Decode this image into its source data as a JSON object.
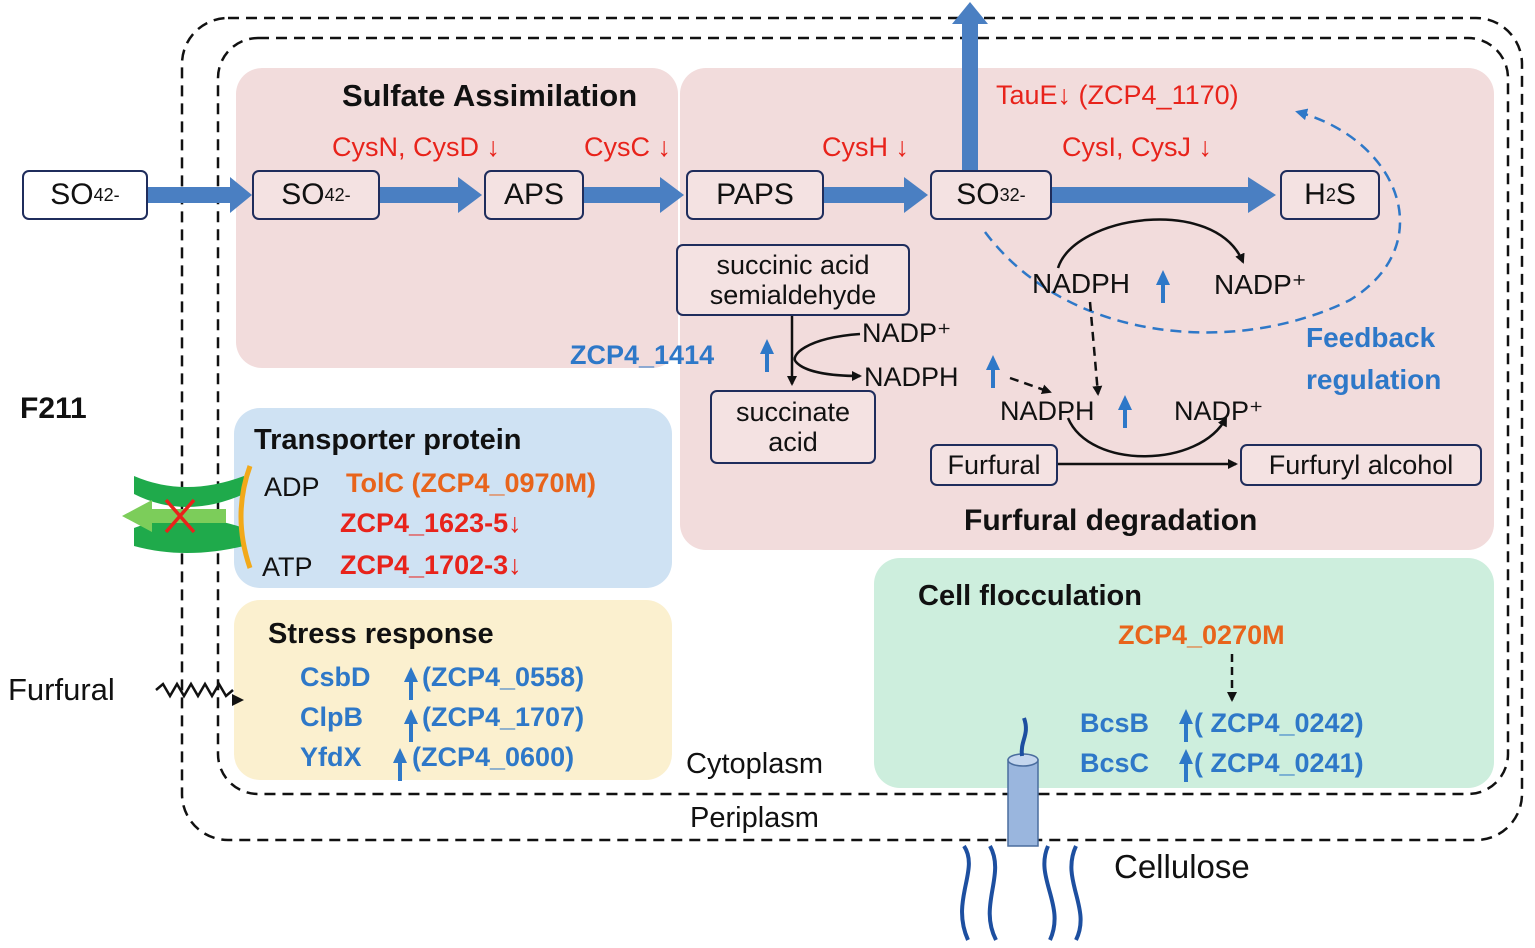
{
  "colors": {
    "sulfate_panel": "#f2dcdc",
    "transporter_panel": "#cfe2f3",
    "stress_panel": "#fbf0cf",
    "flocculation_panel": "#cdeedd",
    "flux_arrow": "#4a7fc2",
    "down_regulated": "#e8231b",
    "up_regulated": "#2e78c8",
    "mutation": "#e8641b"
  },
  "strain": "F211",
  "compartments": {
    "cytoplasm": "Cytoplasm",
    "periplasm": "Periplasm",
    "cellulose": "Cellulose"
  },
  "stimulus": "Furfural",
  "sulfate": {
    "title": "Sulfate Assimilation",
    "nodes": {
      "so4_out_main": "SO",
      "so4_out_sub": "4",
      "so4_out_sup": "2-",
      "so4_in_main": "SO",
      "so4_in_sub": "4",
      "so4_in_sup": "2-",
      "aps": "APS",
      "paps": "PAPS",
      "so3_main": "SO",
      "so3_sub": "3",
      "so3_sup": "2-",
      "h2s_main": "H",
      "h2s_sub": "2",
      "h2s_rest": "S"
    },
    "enzymes": {
      "cysn_cysd": "CysN, CysD ↓",
      "cysc": "CysC ↓",
      "cysh": "CysH ↓",
      "cysi_cysj": "CysI, CysJ ↓",
      "taue": "TauE↓ (ZCP4_1170)"
    },
    "nadph_1": "NADPH",
    "nadp_1": "NADP⁺",
    "feedback_1": "Feedback",
    "feedback_2": "regulation"
  },
  "succinate": {
    "ssa_1": "succinic acid",
    "ssa_2": "semialdehyde",
    "sa_1": "succinate",
    "sa_2": "acid",
    "gene": "ZCP4_1414",
    "nadp": "NADP⁺",
    "nadph": "NADPH"
  },
  "furfural": {
    "nadph": "NADPH",
    "nadp": "NADP⁺",
    "substrate": "Furfural",
    "product": "Furfuryl alcohol",
    "title": "Furfural degradation"
  },
  "transporter": {
    "title": "Transporter protein",
    "adp": "ADP",
    "atp": "ATP",
    "tolc": "TolC (ZCP4_0970M)",
    "gene1": "ZCP4_1623-5↓",
    "gene2": "ZCP4_1702-3↓"
  },
  "stress": {
    "title": "Stress response",
    "items": [
      {
        "name": "CsbD",
        "gene": "(ZCP4_0558)"
      },
      {
        "name": "ClpB",
        "gene": "(ZCP4_1707)"
      },
      {
        "name": "YfdX",
        "gene": "(ZCP4_0600)"
      }
    ]
  },
  "flocculation": {
    "title": "Cell flocculation",
    "regulator": "ZCP4_0270M",
    "items": [
      {
        "name": "BcsB",
        "gene": "( ZCP4_0242)"
      },
      {
        "name": "BcsC",
        "gene": "( ZCP4_0241)"
      }
    ]
  }
}
